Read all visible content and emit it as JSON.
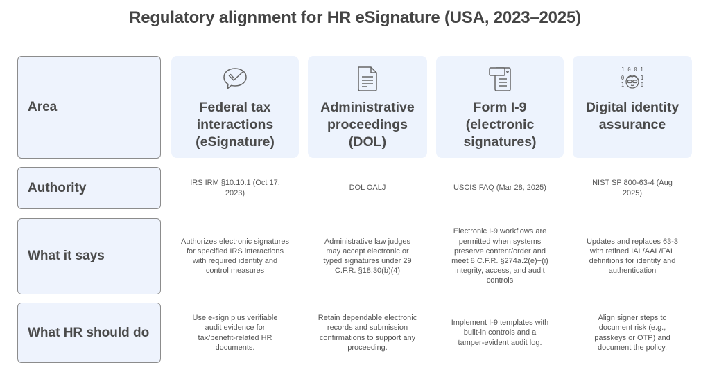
{
  "title": "Regulatory alignment for HR eSignature (USA, 2023–2025)",
  "row_labels": {
    "area": "Area",
    "authority": "Authority",
    "what_it_says": "What it says",
    "what_hr_should_do": "What HR should do"
  },
  "columns": [
    {
      "icon": "speech-bubble-check-icon",
      "area": "Federal tax interactions (eSignature)",
      "authority": "IRS IRM §10.10.1 (Oct 17, 2023)",
      "what_it_says": "Authorizes electronic signatures for specified IRS interactions with required identity and control measures",
      "what_hr_should_do": "Use e-sign plus verifiable audit evidence for tax/benefit-related HR documents."
    },
    {
      "icon": "document-icon",
      "area": "Administrative proceedings (DOL)",
      "authority": "DOL OALJ",
      "what_it_says": "Administrative law judges may accept electronic or typed signatures under 29 C.F.R. §18.30(b)(4)",
      "what_hr_should_do": "Retain dependable electronic records and submission confirmations to support any proceeding."
    },
    {
      "icon": "form-icon",
      "area": "Form I-9 (electronic signatures)",
      "authority": "USCIS FAQ (Mar 28, 2025)",
      "what_it_says": "Electronic I-9 workflows are permitted when systems preserve content/order and meet 8 C.F.R. §274a.2(e)−(i) integrity, access, and audit controls",
      "what_hr_should_do": "Implement I-9 templates with built-in controls and a tamper-evident audit log."
    },
    {
      "icon": "digital-identity-icon",
      "area": "Digital identity assurance",
      "authority": "NIST SP 800-63-4 (Aug 2025)",
      "what_it_says": "Updates and replaces 63-3 with refined IAL/AAL/FAL definitions for identity and authentication",
      "what_hr_should_do": "Align signer steps to document risk (e.g., passkeys or OTP) and document the policy."
    }
  ],
  "icon_binary_digits": {
    "top": "1 0 0 1",
    "left_mid": "0",
    "left_bottom": "1",
    "right_mid": "1",
    "right_bottom": "0"
  },
  "colors": {
    "card_bg": "#edf3fd",
    "label_border": "#8c8c8c",
    "text": "#4a4a4a"
  }
}
